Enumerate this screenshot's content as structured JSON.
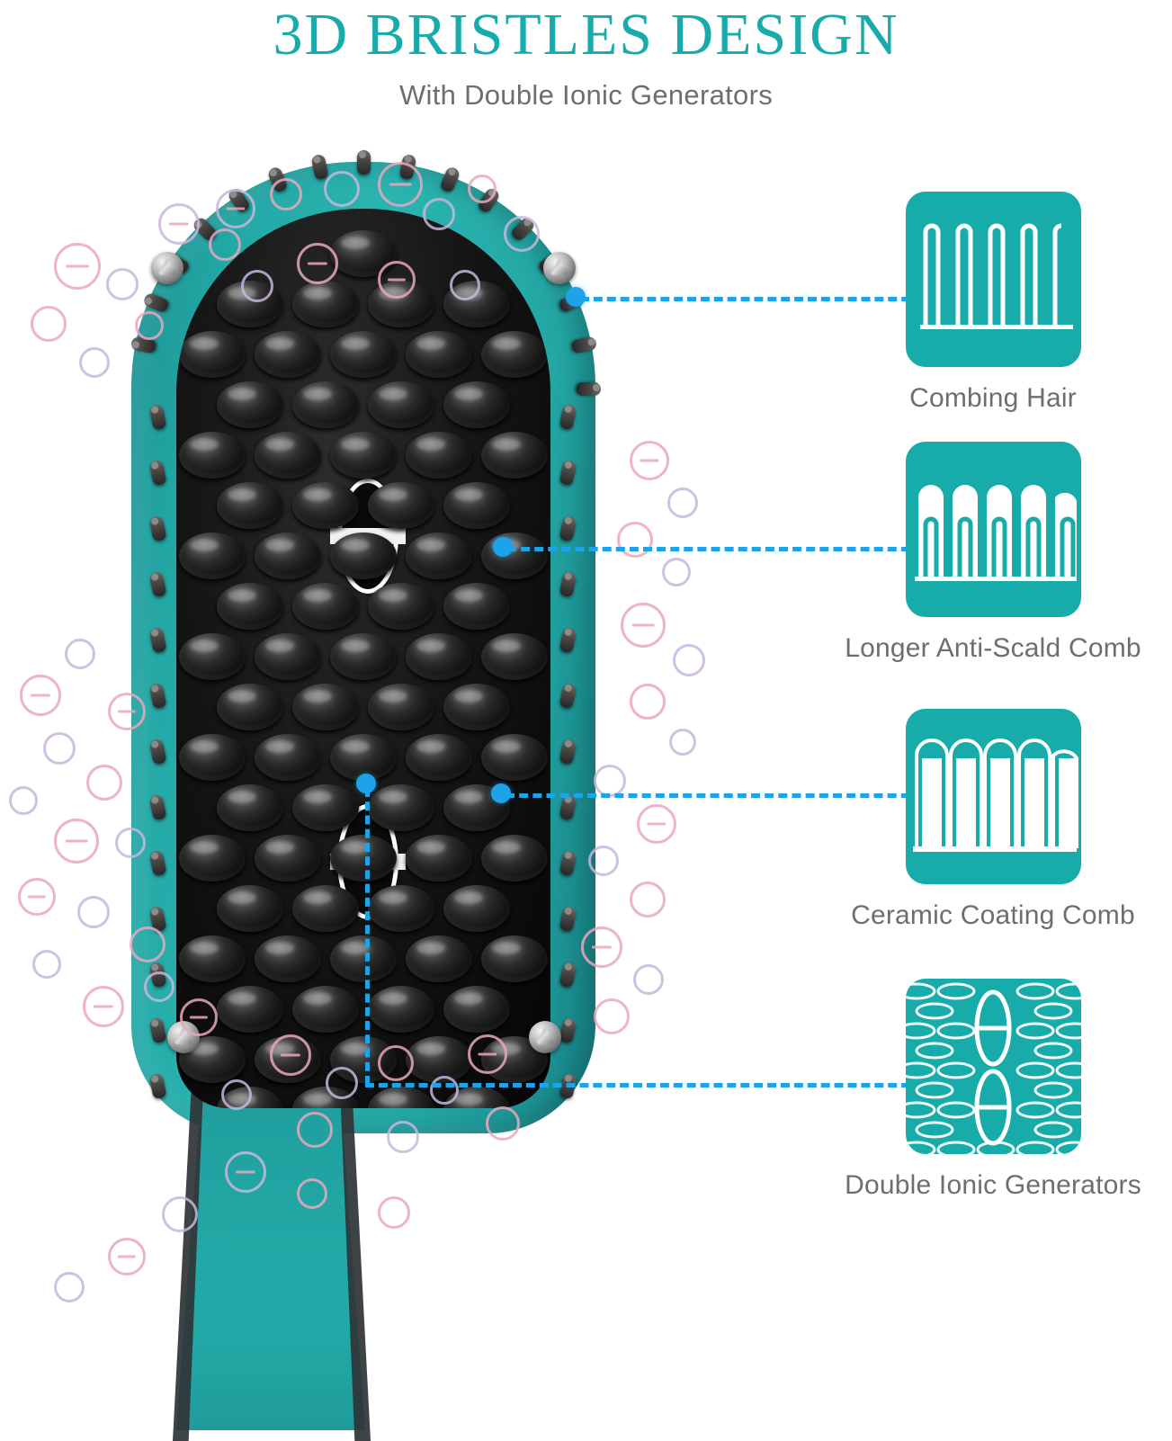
{
  "header": {
    "title": "3D BRISTLES DESIGN",
    "subtitle": "With Double Ionic Generators",
    "title_color": "#17ABAB",
    "subtitle_color": "#6E6E6E"
  },
  "theme": {
    "brand_teal": "#17ACA9",
    "product_teal": "#23A8A6",
    "connector_blue": "#1CA3EA",
    "ion_pink": "#EAA7BD",
    "label_gray": "#6E6E6E",
    "background": "#FFFFFF"
  },
  "product": {
    "name": "ionic-hair-straightener-brush",
    "body_color": "#23A8A6",
    "bristle_pad_color": "#0A0A0A",
    "ionic_generator_count": 2,
    "ion_symbol": "−"
  },
  "features": [
    {
      "id": "combing-hair",
      "label": "Combing Hair",
      "icon": "comb-flat-teeth-icon",
      "card_color": "#17ACA9"
    },
    {
      "id": "longer-anti-scald-comb",
      "label": "Longer Anti-Scald Comb",
      "icon": "comb-rounded-long-teeth-icon",
      "card_color": "#17ACA9"
    },
    {
      "id": "ceramic-coating-comb",
      "label": "Ceramic Coating Comb",
      "icon": "comb-ceramic-coated-teeth-icon",
      "card_color": "#17ACA9"
    },
    {
      "id": "double-ionic-generators",
      "label": "Double Ionic Generators",
      "icon": "ionic-generator-plate-icon",
      "card_color": "#17ACA9"
    }
  ]
}
